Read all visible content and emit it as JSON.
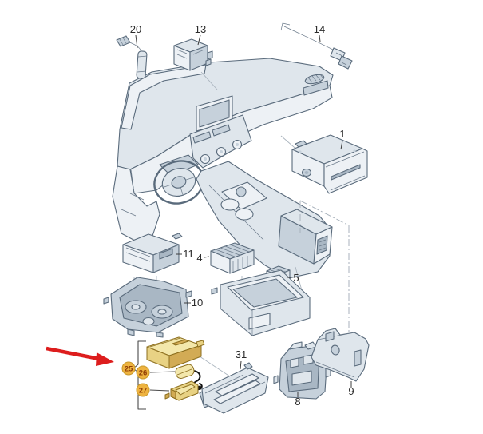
{
  "diagram": {
    "type": "exploded_parts_diagram",
    "callouts": {
      "20": {
        "label": "20"
      },
      "13": {
        "label": "13"
      },
      "14": {
        "label": "14"
      },
      "1": {
        "label": "1"
      },
      "11": {
        "label": "11"
      },
      "4": {
        "label": "4"
      },
      "5": {
        "label": "5"
      },
      "10": {
        "label": "10"
      },
      "31": {
        "label": "31"
      },
      "8": {
        "label": "8"
      },
      "9": {
        "label": "9"
      }
    },
    "badges": {
      "25": {
        "label": "25"
      },
      "26": {
        "label": "26"
      },
      "27": {
        "label": "27"
      }
    },
    "colors": {
      "outline_blue_gray": "#5a6b7c",
      "highlight_top": "#f3e7ab",
      "highlight_front": "#e8d284",
      "highlight_side": "#d2ab55",
      "highlight_outline": "#8d6f1f",
      "badge_fill": "#eeb340",
      "badge_border": "#c9992b",
      "badge_text": "#8f3c05",
      "arrow_red": "#dd1d1d",
      "background": "#ffffff"
    }
  }
}
